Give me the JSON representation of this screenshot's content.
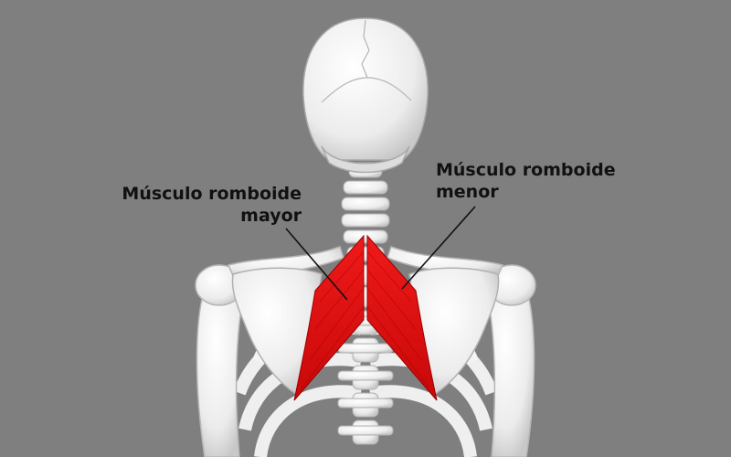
{
  "labels": {
    "rhomboid_major": {
      "line1": "Músculo romboide",
      "line2": "mayor"
    },
    "rhomboid_minor": {
      "line1": "Músculo romboide",
      "line2": "menor"
    }
  },
  "colors": {
    "background": "#808080",
    "muscle": "#e01010",
    "bone": "#f2f2f2",
    "bone_shadow": "#c9c9c9",
    "text": "#111111"
  }
}
